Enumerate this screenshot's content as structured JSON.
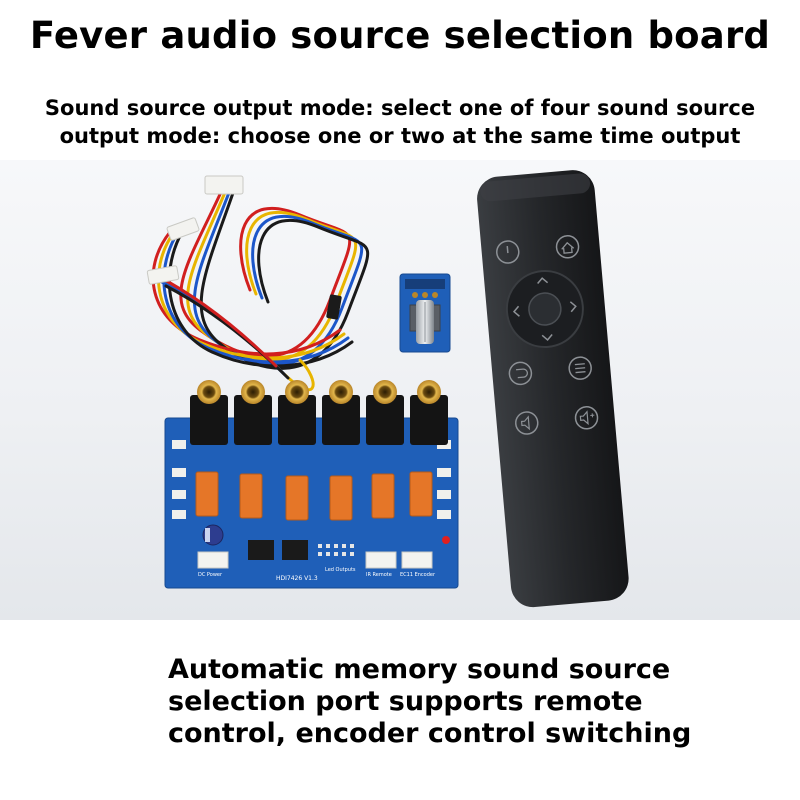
{
  "header": {
    "title": "Fever audio source selection board",
    "subtitle_lines": [
      "Sound source output mode: select one of four sound source",
      "output mode: choose one or two at the same time output"
    ]
  },
  "footer": {
    "lines": [
      "Automatic memory sound source",
      "selection port supports remote",
      "control, encoder control switching"
    ]
  },
  "photo": {
    "pcb_color": "#1f5fb8",
    "remote_color": "#2a2c2f",
    "board_labels": {
      "model": "HDI7426 V1.3",
      "led": "Led Outputs",
      "remote": "IR Remote",
      "encoder": "EC11 Encoder",
      "power": "DC Power"
    },
    "components": [
      "rca-jack",
      "relay",
      "rotary-encoder",
      "ribbon-cable",
      "ir-remote"
    ]
  }
}
